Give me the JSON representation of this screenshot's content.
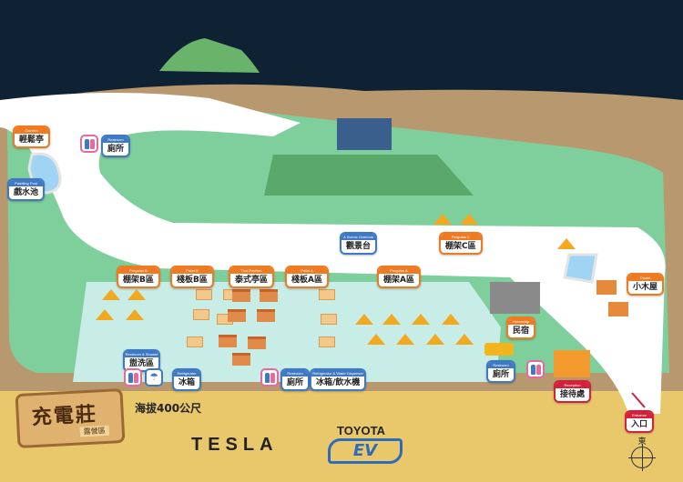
{
  "logo": {
    "title": "充電莊",
    "subtitle": "露營區"
  },
  "altitude": "海拔400公尺",
  "sponsors": {
    "tesla": "TESLA",
    "toyota": "TOYOTA",
    "ev": "EV"
  },
  "compass": {
    "label": "東"
  },
  "labels": {
    "gazebo": {
      "en": "Gazebo",
      "zh": "輕鬆亭"
    },
    "restroom_nw": {
      "en": "Restroom",
      "zh": "廁所"
    },
    "paddling_pool": {
      "en": "Paddling Pool",
      "zh": "戲水池"
    },
    "pergolas_b": {
      "en": "Pergolas B",
      "zh": "棚架B區"
    },
    "pallet_b": {
      "en": "Pallet B",
      "zh": "棧板B區"
    },
    "thai_pavilion": {
      "en": "Thai Pavilion",
      "zh": "泰式亭區"
    },
    "pallet_a": {
      "en": "Pallet A",
      "zh": "棧板A區"
    },
    "pergolas_a": {
      "en": "Pergolas A",
      "zh": "棚架A區"
    },
    "scenic_overlook": {
      "en": "A Scenic Overlook",
      "zh": "觀景台"
    },
    "pergolas_c": {
      "en": "Pergolas C",
      "zh": "棚架C區"
    },
    "chalet": {
      "en": "Chalet",
      "zh": "小木屋"
    },
    "homestay": {
      "en": "Homestay",
      "zh": "民宿"
    },
    "restroom_e": {
      "en": "Restroom",
      "zh": "廁所"
    },
    "reception": {
      "en": "Reception",
      "zh": "接待處"
    },
    "entrance": {
      "en": "Entrance",
      "zh": "入口"
    },
    "restroom_shower": {
      "en": "Restroom & Shower",
      "zh": "盥洗區"
    },
    "refrigerator": {
      "en": "Refrigerator",
      "zh": "冰箱"
    },
    "restroom_mid": {
      "en": "Restroom",
      "zh": "廁所"
    },
    "fridge_water": {
      "en": "Refrigerator & Water Dispenser",
      "zh": "冰箱/飲水機"
    }
  },
  "colors": {
    "sky": "#0f2233",
    "sand": "#e9c86c",
    "shore": "#b8996f",
    "grass": "#7fcf9c",
    "camp": "#c8ece6",
    "road": "#ffffff",
    "orange": "#ee7a22",
    "blue": "#3f79c4",
    "red": "#d4213a"
  }
}
